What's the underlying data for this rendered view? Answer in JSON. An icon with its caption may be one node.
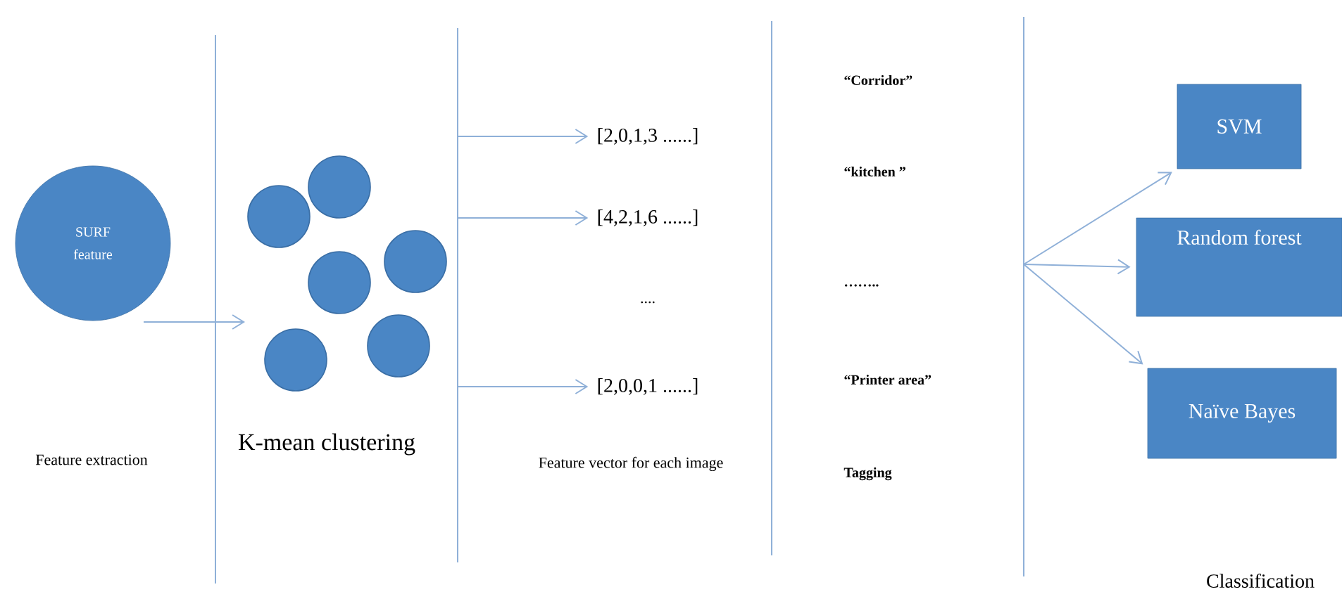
{
  "diagram": {
    "nodes": [
      {
        "text": [
          "SURF feature"
        ]
      },
      {
        "text": [],
        "shape": "circle"
      },
      {
        "text": [],
        "shape": "circle"
      },
      {
        "text": [],
        "shape": "circle"
      },
      {
        "text": [],
        "shape": "circle"
      },
      {
        "text": [],
        "shape": "circle"
      },
      {
        "text": [],
        "shape": "circle"
      },
      {
        "text": [
          "[2,0,1,3 ......]"
        ]
      },
      {
        "text": [
          "[4,2,1,6 ......]"
        ]
      },
      {
        "text": [
          "[2,0,0,1 ......]"
        ]
      },
      {
        "text": [
          "SVM"
        ]
      },
      {
        "text": [
          "Random forest"
        ]
      },
      {
        "text": [
          "Naïve Bayes"
        ]
      }
    ],
    "edges": [
      {
        "from": 0,
        "to": null,
        "arrow": "to"
      },
      {
        "from": null,
        "to": 7,
        "arrow": "to"
      },
      {
        "from": null,
        "to": 8,
        "arrow": "to"
      },
      {
        "from": null,
        "to": 9,
        "arrow": "to"
      },
      {
        "from": null,
        "to": 10,
        "arrow": "to"
      },
      {
        "from": null,
        "to": 11,
        "arrow": "to"
      },
      {
        "from": null,
        "to": 12,
        "arrow": "to"
      }
    ],
    "labels": [
      "“Corridor”",
      "“kitchen ”",
      "Feature extraction",
      "K-mean clustering",
      "....",
      "……..",
      "“Printer area”",
      "Feature vector for each image",
      "Tagging",
      "Classification"
    ]
  }
}
